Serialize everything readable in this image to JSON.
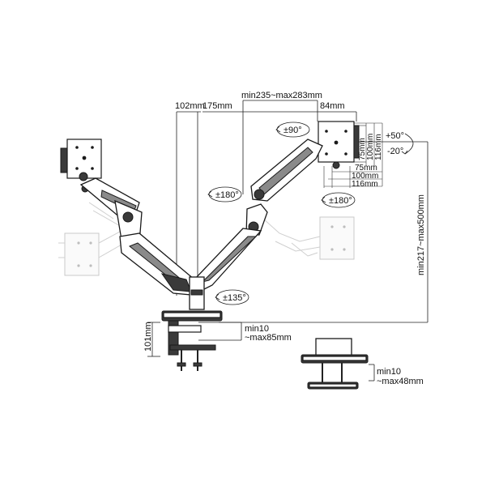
{
  "dimensions": {
    "d_102": "102mm",
    "d_175": "175mm",
    "d_arm_length": "min235~max283mm",
    "d_84": "84mm",
    "v75": "75mm",
    "v100": "100mm",
    "v116": "116mm",
    "h75": "75mm",
    "h100": "100mm",
    "h116": "116mm",
    "height_range": "min217~max500mm",
    "clamp_height": "101mm",
    "clamp_range_1": "min10",
    "clamp_range_2": "~max85mm",
    "grommet_range_1": "min10",
    "grommet_range_2": "~max48mm"
  },
  "rotations": {
    "r90": "±90°",
    "r180_left": "±180°",
    "r180_right": "±180°",
    "r135": "±135°",
    "tilt_up": "+50°",
    "tilt_down": "-20°"
  }
}
